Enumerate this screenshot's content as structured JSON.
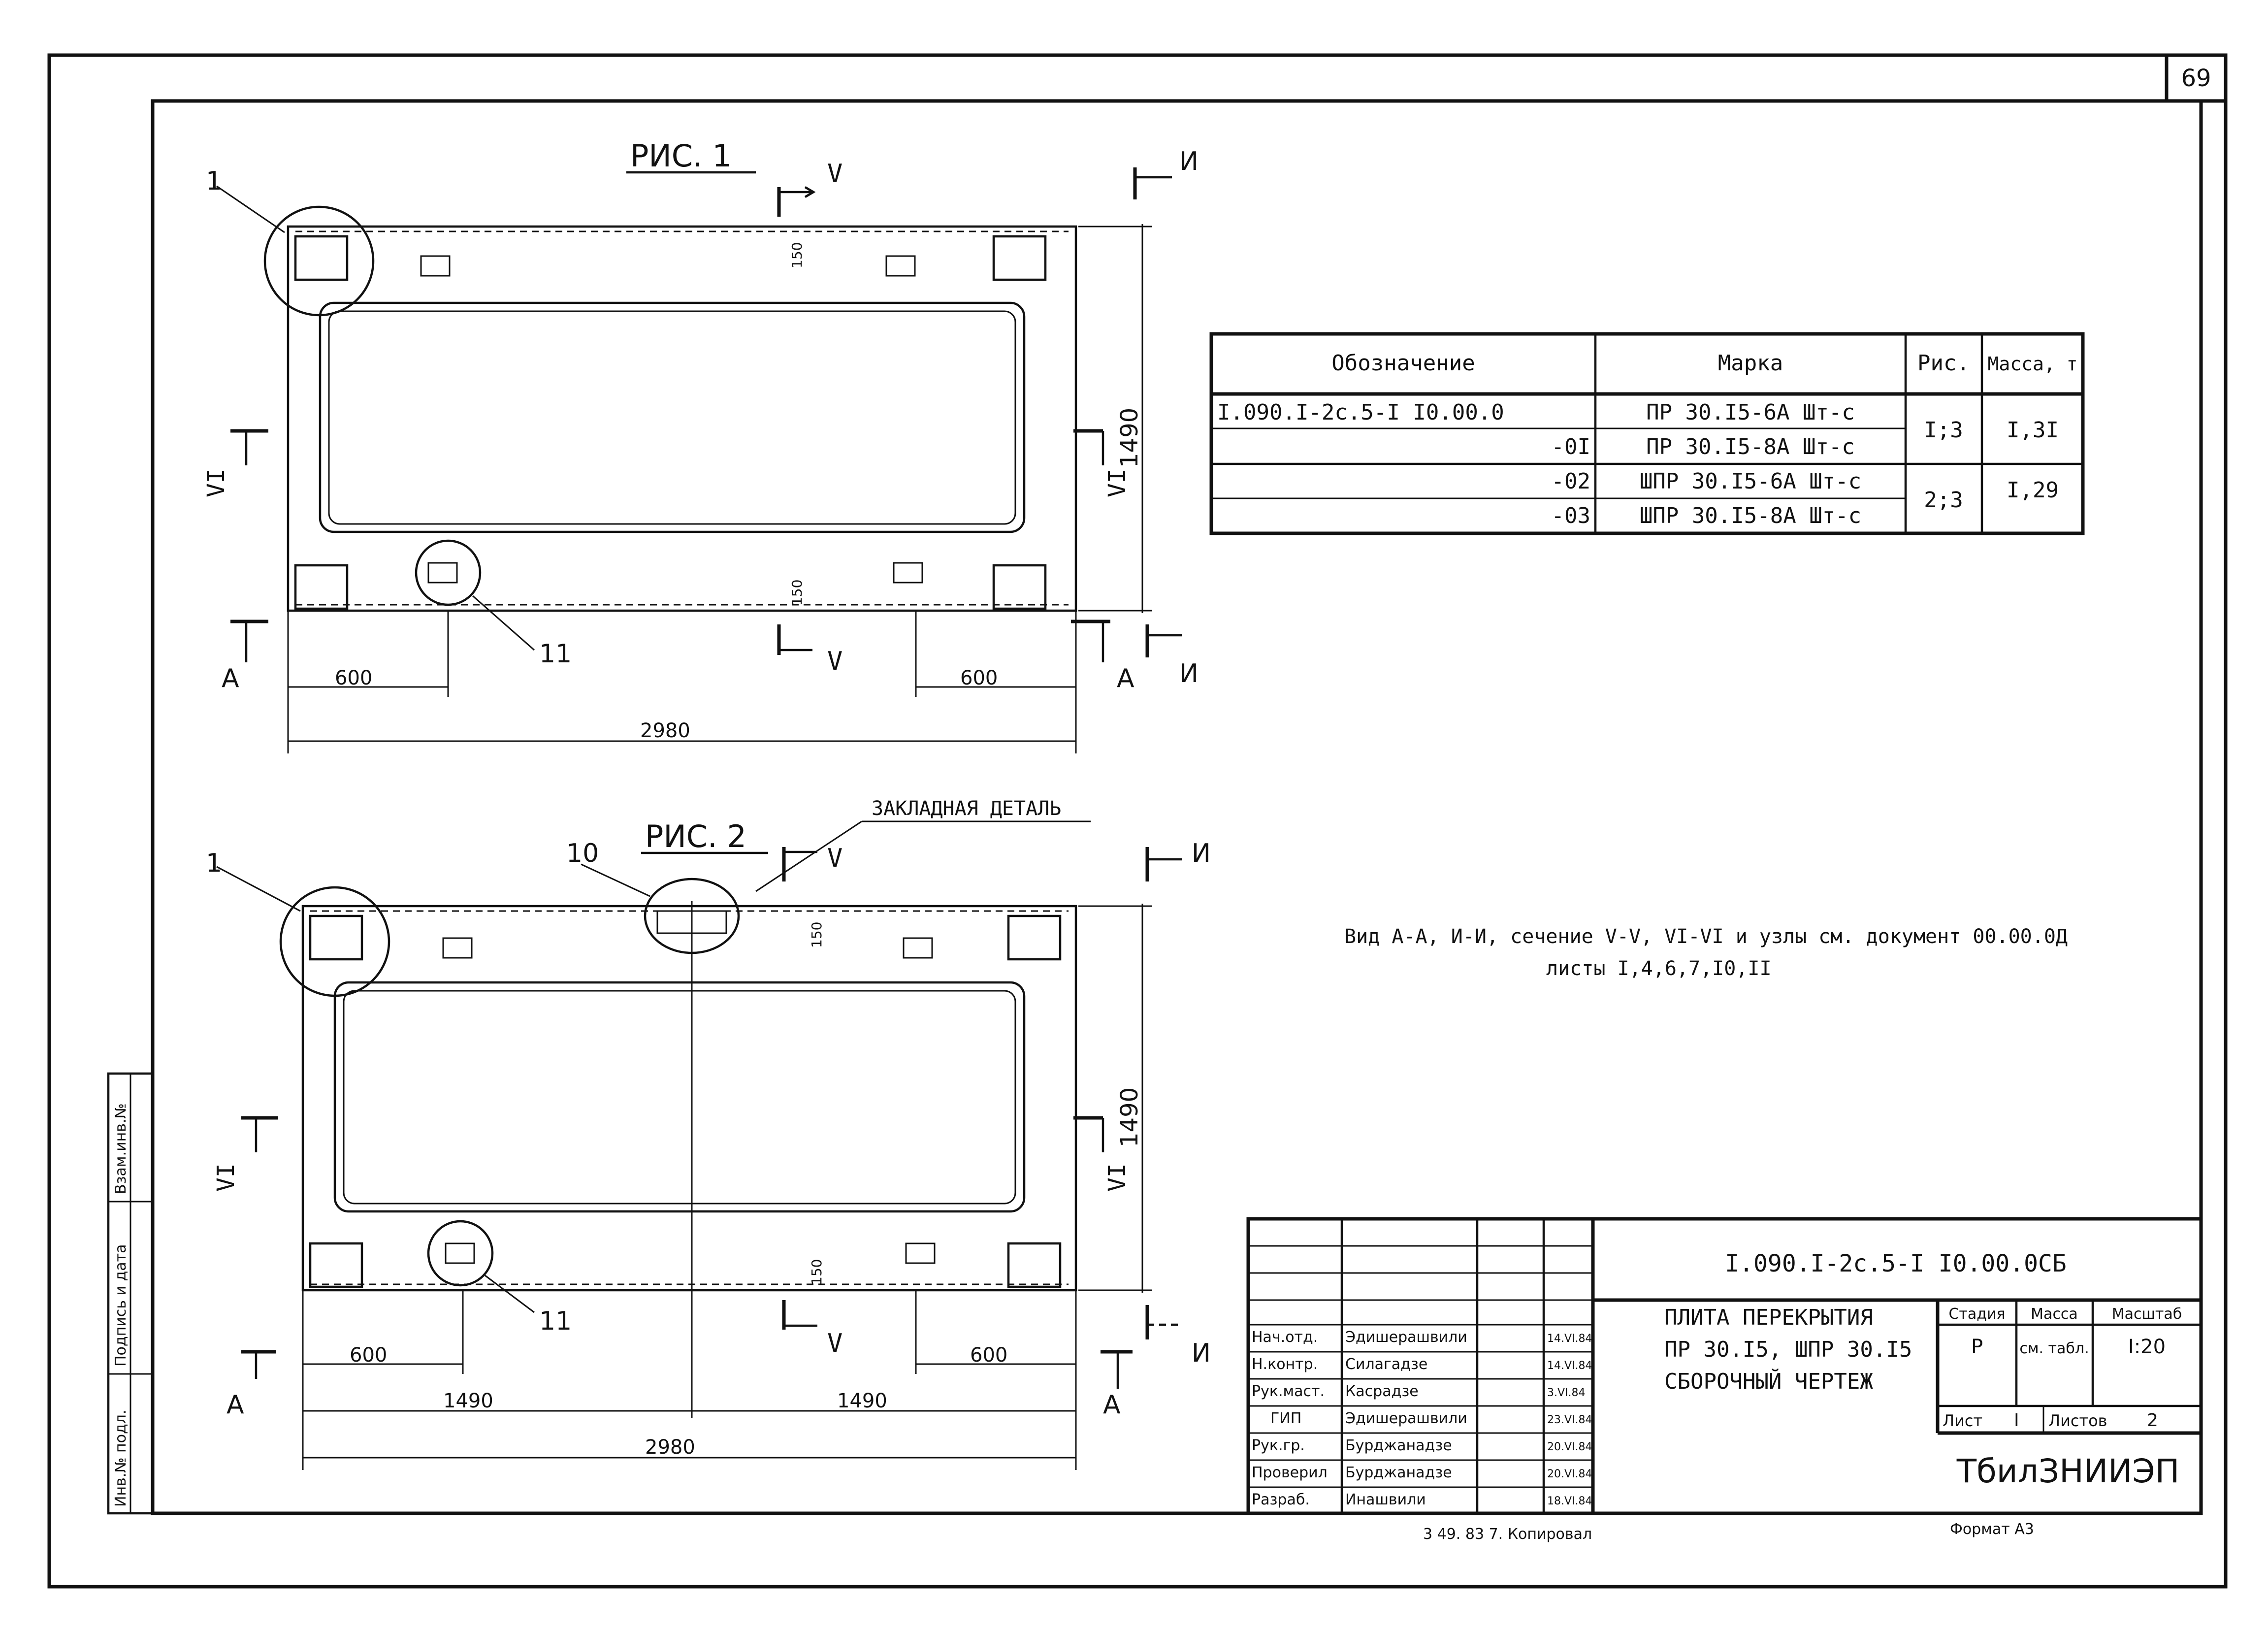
{
  "sheet_number": "69",
  "figures": {
    "fig1": {
      "title": "РИС. 1",
      "callout_1": "1",
      "callout_11": "11",
      "dim_side_left": "600",
      "dim_side_right": "600",
      "dim_total": "2980",
      "dim_height": "1490",
      "dim_edge_top": "150",
      "dim_edge_bottom": "150",
      "section_v": "V",
      "section_vi": "VI",
      "view_a": "А",
      "view_i": "И"
    },
    "fig2": {
      "title": "РИС. 2",
      "callout_1": "1",
      "callout_10": "10",
      "callout_11": "11",
      "embed_label": "ЗАКЛАДНАЯ ДЕТАЛЬ",
      "dim_side_left": "600",
      "dim_side_right": "600",
      "dim_half_left": "1490",
      "dim_half_right": "1490",
      "dim_total": "2980",
      "dim_height": "1490",
      "dim_edge_top": "150",
      "dim_edge_bottom": "150",
      "section_v": "V",
      "section_vi": "VI",
      "view_a": "А",
      "view_i": "И"
    }
  },
  "spec_table": {
    "headers": [
      "Обозначение",
      "Марка",
      "Рис.",
      "Масса, т"
    ],
    "rows": [
      {
        "designation": "I.090.I-2с.5-I  I0.00.0",
        "mark": "ПР 30.I5-6А Шт-с"
      },
      {
        "designation": "-0I",
        "mark": "ПР 30.I5-8А Шт-с"
      },
      {
        "designation": "-02",
        "mark": "ШПР 30.I5-6А Шт-с"
      },
      {
        "designation": "-03",
        "mark": "ШПР 30.I5-8А Шт-с"
      }
    ],
    "groups": [
      {
        "fig": "I;3",
        "mass": "I,3I"
      },
      {
        "fig": "2;3",
        "mass": "I,29"
      }
    ]
  },
  "note": {
    "line1": "Вид А-А, И-И, сечение V-V, VI-VI и узлы см. документ 00.00.0Д",
    "line2": "листы I,4,6,7,I0,II"
  },
  "side_stamp": [
    "Инв.№ подл.",
    "Подпись и дата",
    "Взам.инв.№"
  ],
  "title_block": {
    "code": "I.090.I-2с.5-I  I0.00.0СБ",
    "title_lines": [
      "ПЛИТА ПЕРЕКРЫТИЯ",
      "ПР 30.I5, ШПР 30.I5",
      "СБОРОЧНЫЙ ЧЕРТЕЖ"
    ],
    "stage_label": "Стадия",
    "mass_label": "Масса",
    "scale_label": "Масштаб",
    "stage": "Р",
    "mass": "см. табл.",
    "scale": "I:20",
    "sheet_label": "Лист",
    "sheet": "I",
    "sheets_label": "Листов",
    "sheets": "2",
    "org": "ТбилЗНИИЭП",
    "roles": [
      {
        "role": "Нач.отд.",
        "name": "Эдишерашвили",
        "date": "14.VI.84"
      },
      {
        "role": "Н.контр.",
        "name": "Силагадзе",
        "date": "14.VI.84"
      },
      {
        "role": "Рук.маст.",
        "name": "Касрадзе",
        "date": "3.VI.84"
      },
      {
        "role": "ГИП",
        "name": "Эдишерашвили",
        "date": "23.VI.84"
      },
      {
        "role": "Рук.гр.",
        "name": "Бурджанадзе",
        "date": "20.VI.84"
      },
      {
        "role": "Проверил",
        "name": "Бурджанадзе",
        "date": "20.VI.84"
      },
      {
        "role": "Разраб.",
        "name": "Инашвили",
        "date": "18.VI.84"
      }
    ]
  },
  "footer": {
    "copy_note": "3 49. 83  7. Копировал",
    "format": "Формат А3"
  }
}
